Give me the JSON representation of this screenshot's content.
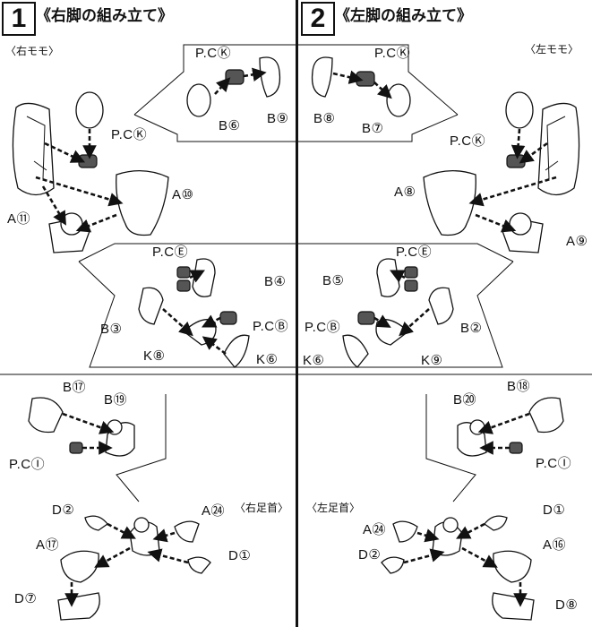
{
  "steps": [
    {
      "number": "1",
      "title": "《右脚の組み立て》",
      "subtitle": "〈右モモ〉",
      "ankle": "〈右足首〉"
    },
    {
      "number": "2",
      "title": "《左脚の組み立て》",
      "subtitle": "〈左モモ〉",
      "ankle": "〈左足首〉"
    }
  ],
  "labels": {
    "pck": "P.CⓀ",
    "pce": "P.CⒺ",
    "pcb": "P.CⒷ",
    "pci": "P.CⒾ",
    "b6": "B⑥",
    "b9": "B⑨",
    "b8": "B⑧",
    "b7": "B⑦",
    "b4": "B④",
    "b3": "B③",
    "b5": "B⑤",
    "b2": "B②",
    "b17": "B⑰",
    "b19": "B⑲",
    "b20": "B⑳",
    "b18": "B⑱",
    "a10": "A⑩",
    "a11": "A⑪",
    "a8": "A⑧",
    "a9": "A⑨",
    "a17": "A⑰",
    "a24": "A㉔",
    "a16": "A⑯",
    "k8": "K⑧",
    "k6": "K⑥",
    "k9": "K⑨",
    "d2": "D②",
    "d1": "D①",
    "d7": "D⑦",
    "d8": "D⑧"
  }
}
